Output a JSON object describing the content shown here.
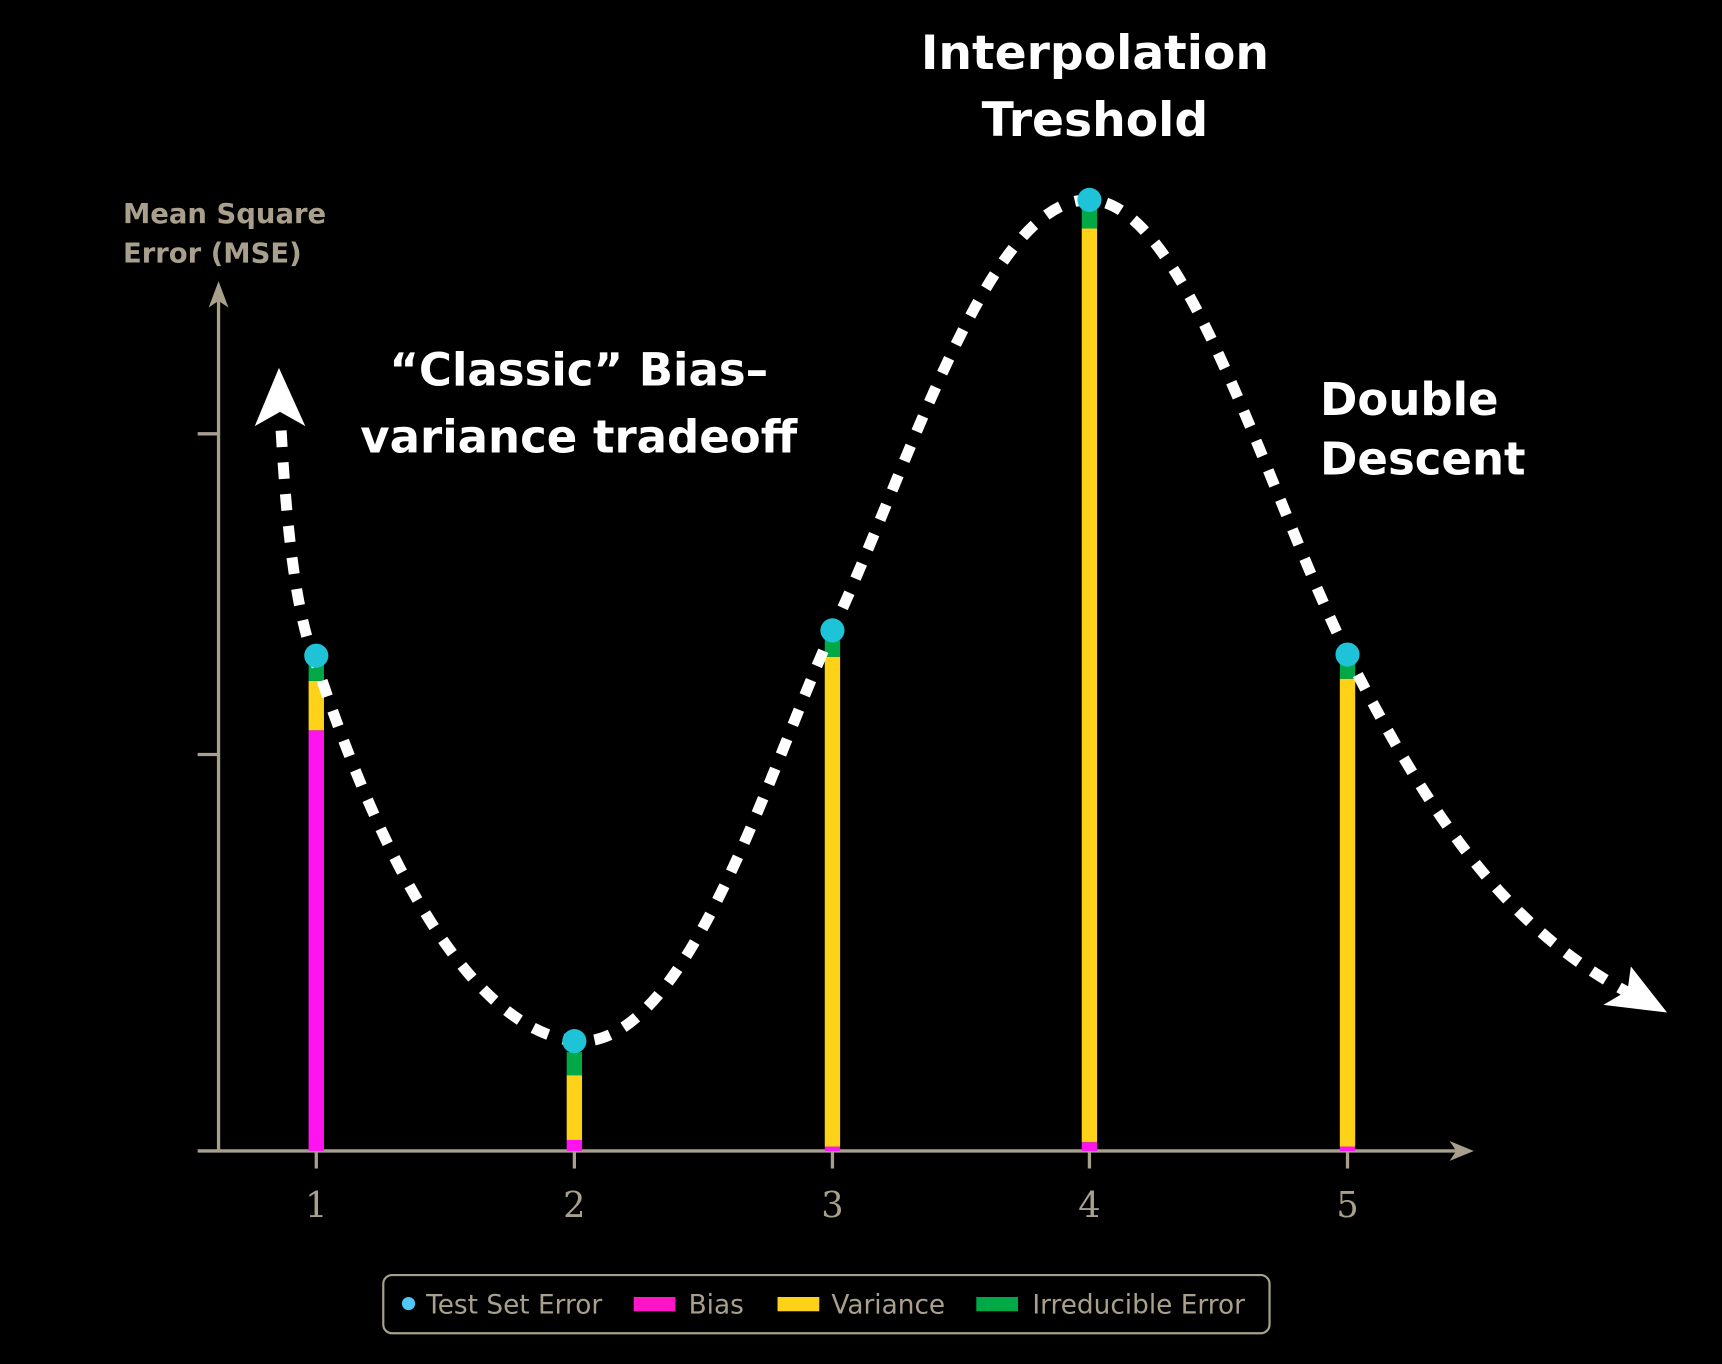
{
  "chart_data": {
    "type": "bar",
    "stacked": true,
    "title": "",
    "ylabel_lines": [
      "Mean Square",
      "Error (MSE)"
    ],
    "xlabel": "",
    "categories": [
      "1",
      "2",
      "3",
      "4",
      "5"
    ],
    "series": [
      {
        "name": "Bias",
        "color": "#ff14f0",
        "values": [
          3.83,
          0.1,
          0.04,
          0.08,
          0.04
        ]
      },
      {
        "name": "Variance",
        "color": "#ffd21a",
        "values": [
          0.45,
          0.59,
          4.46,
          8.32,
          4.26
        ]
      },
      {
        "name": "Irreducible Error",
        "color": "#00a846",
        "values": [
          0.15,
          0.21,
          0.15,
          0.2,
          0.2
        ]
      }
    ],
    "test_set_error": {
      "name": "Test Set Error",
      "color": "#1ec3d8",
      "values": [
        4.51,
        1.0,
        4.74,
        8.66,
        4.52
      ]
    },
    "y_ticks": [
      3.61,
      6.53
    ],
    "ylim": [
      0,
      8.9
    ],
    "grid": false,
    "legend_placement": "bottom-center",
    "annotations": {
      "peak": [
        "Interpolation",
        "Treshold"
      ],
      "classic": [
        "“Classic” Bias–",
        "variance tradeoff"
      ],
      "double": [
        "Double",
        "Descent"
      ]
    }
  }
}
